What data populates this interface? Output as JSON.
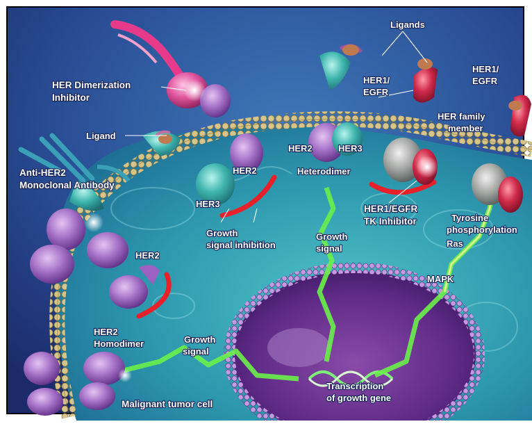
{
  "diagram": {
    "labels": {
      "ligands": "Ligands",
      "her_dimerization_inhibitor_1": "HER Dimerization",
      "her_dimerization_inhibitor_2": "Inhibitor",
      "her1_egfr_left_1": "HER1/",
      "her1_egfr_left_2": "EGFR",
      "her1_egfr_right_1": "HER1/",
      "her1_egfr_right_2": "EGFR",
      "her_family_member_1": "HER family",
      "her_family_member_2": "member",
      "ligand": "Ligand",
      "her2_top": "HER2",
      "her2_mid": "HER2",
      "her3_mid": "HER3",
      "heterodimer": "Heterodimer",
      "her2_left": "HER2",
      "her3_left": "HER3",
      "anti_her2_1": "Anti-HER2",
      "anti_her2_2": "Monoclonal Antibody",
      "tk_inhibitor_1": "HER1/EGFR",
      "tk_inhibitor_2": "TK Inhibitor",
      "tyrosine_1": "Tyrosine",
      "tyrosine_2": "phosphorylation",
      "growth_signal_inhibition_1": "Growth",
      "growth_signal_inhibition_2": "signal inhibition",
      "growth_signal_mid_1": "Growth",
      "growth_signal_mid_2": "signal",
      "ras": "Ras",
      "her2_lower": "HER2",
      "mapk": "MAPK",
      "her2_homodimer_1": "HER2",
      "her2_homodimer_2": "Homodimer",
      "growth_signal_low_1": "Growth",
      "growth_signal_low_2": "signal",
      "transcription_1": "Transcription",
      "transcription_2": "of growth gene",
      "malignant_tumor_cell": "Malignant tumor cell"
    }
  }
}
